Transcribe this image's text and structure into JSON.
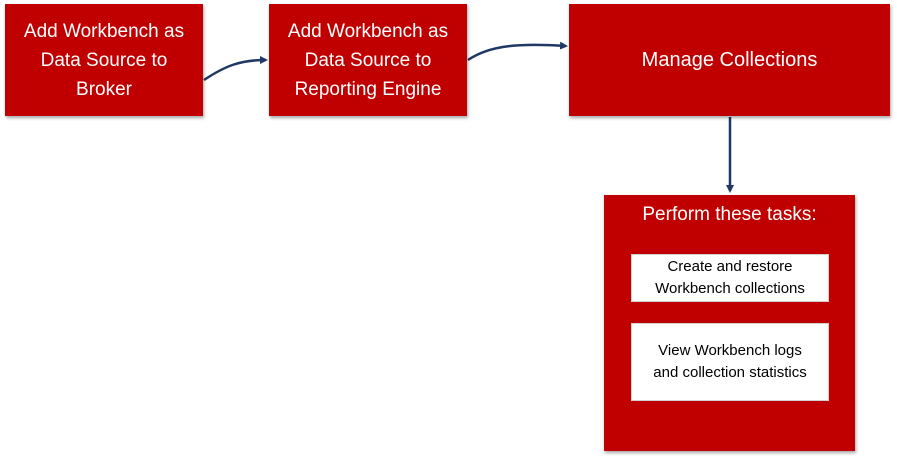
{
  "colors": {
    "box_fill": "#c00000",
    "box_text": "#ffffff",
    "task_fill": "#ffffff",
    "task_text": "#000000",
    "connector": "#1f3864"
  },
  "steps": [
    {
      "label": "Add Workbench as\nData Source to\nBroker"
    },
    {
      "label": "Add Workbench as\nData Source to\nReporting Engine"
    },
    {
      "label": "Manage Collections"
    }
  ],
  "tasks_panel": {
    "heading": "Perform these tasks:",
    "tasks": [
      {
        "label": "Create and restore\nWorkbench collections"
      },
      {
        "label": "View Workbench logs\nand collection statistics"
      }
    ]
  },
  "connectors": [
    {
      "from": "step-1",
      "to": "step-2"
    },
    {
      "from": "step-2",
      "to": "step-3"
    },
    {
      "from": "step-3",
      "to": "tasks-panel"
    }
  ]
}
